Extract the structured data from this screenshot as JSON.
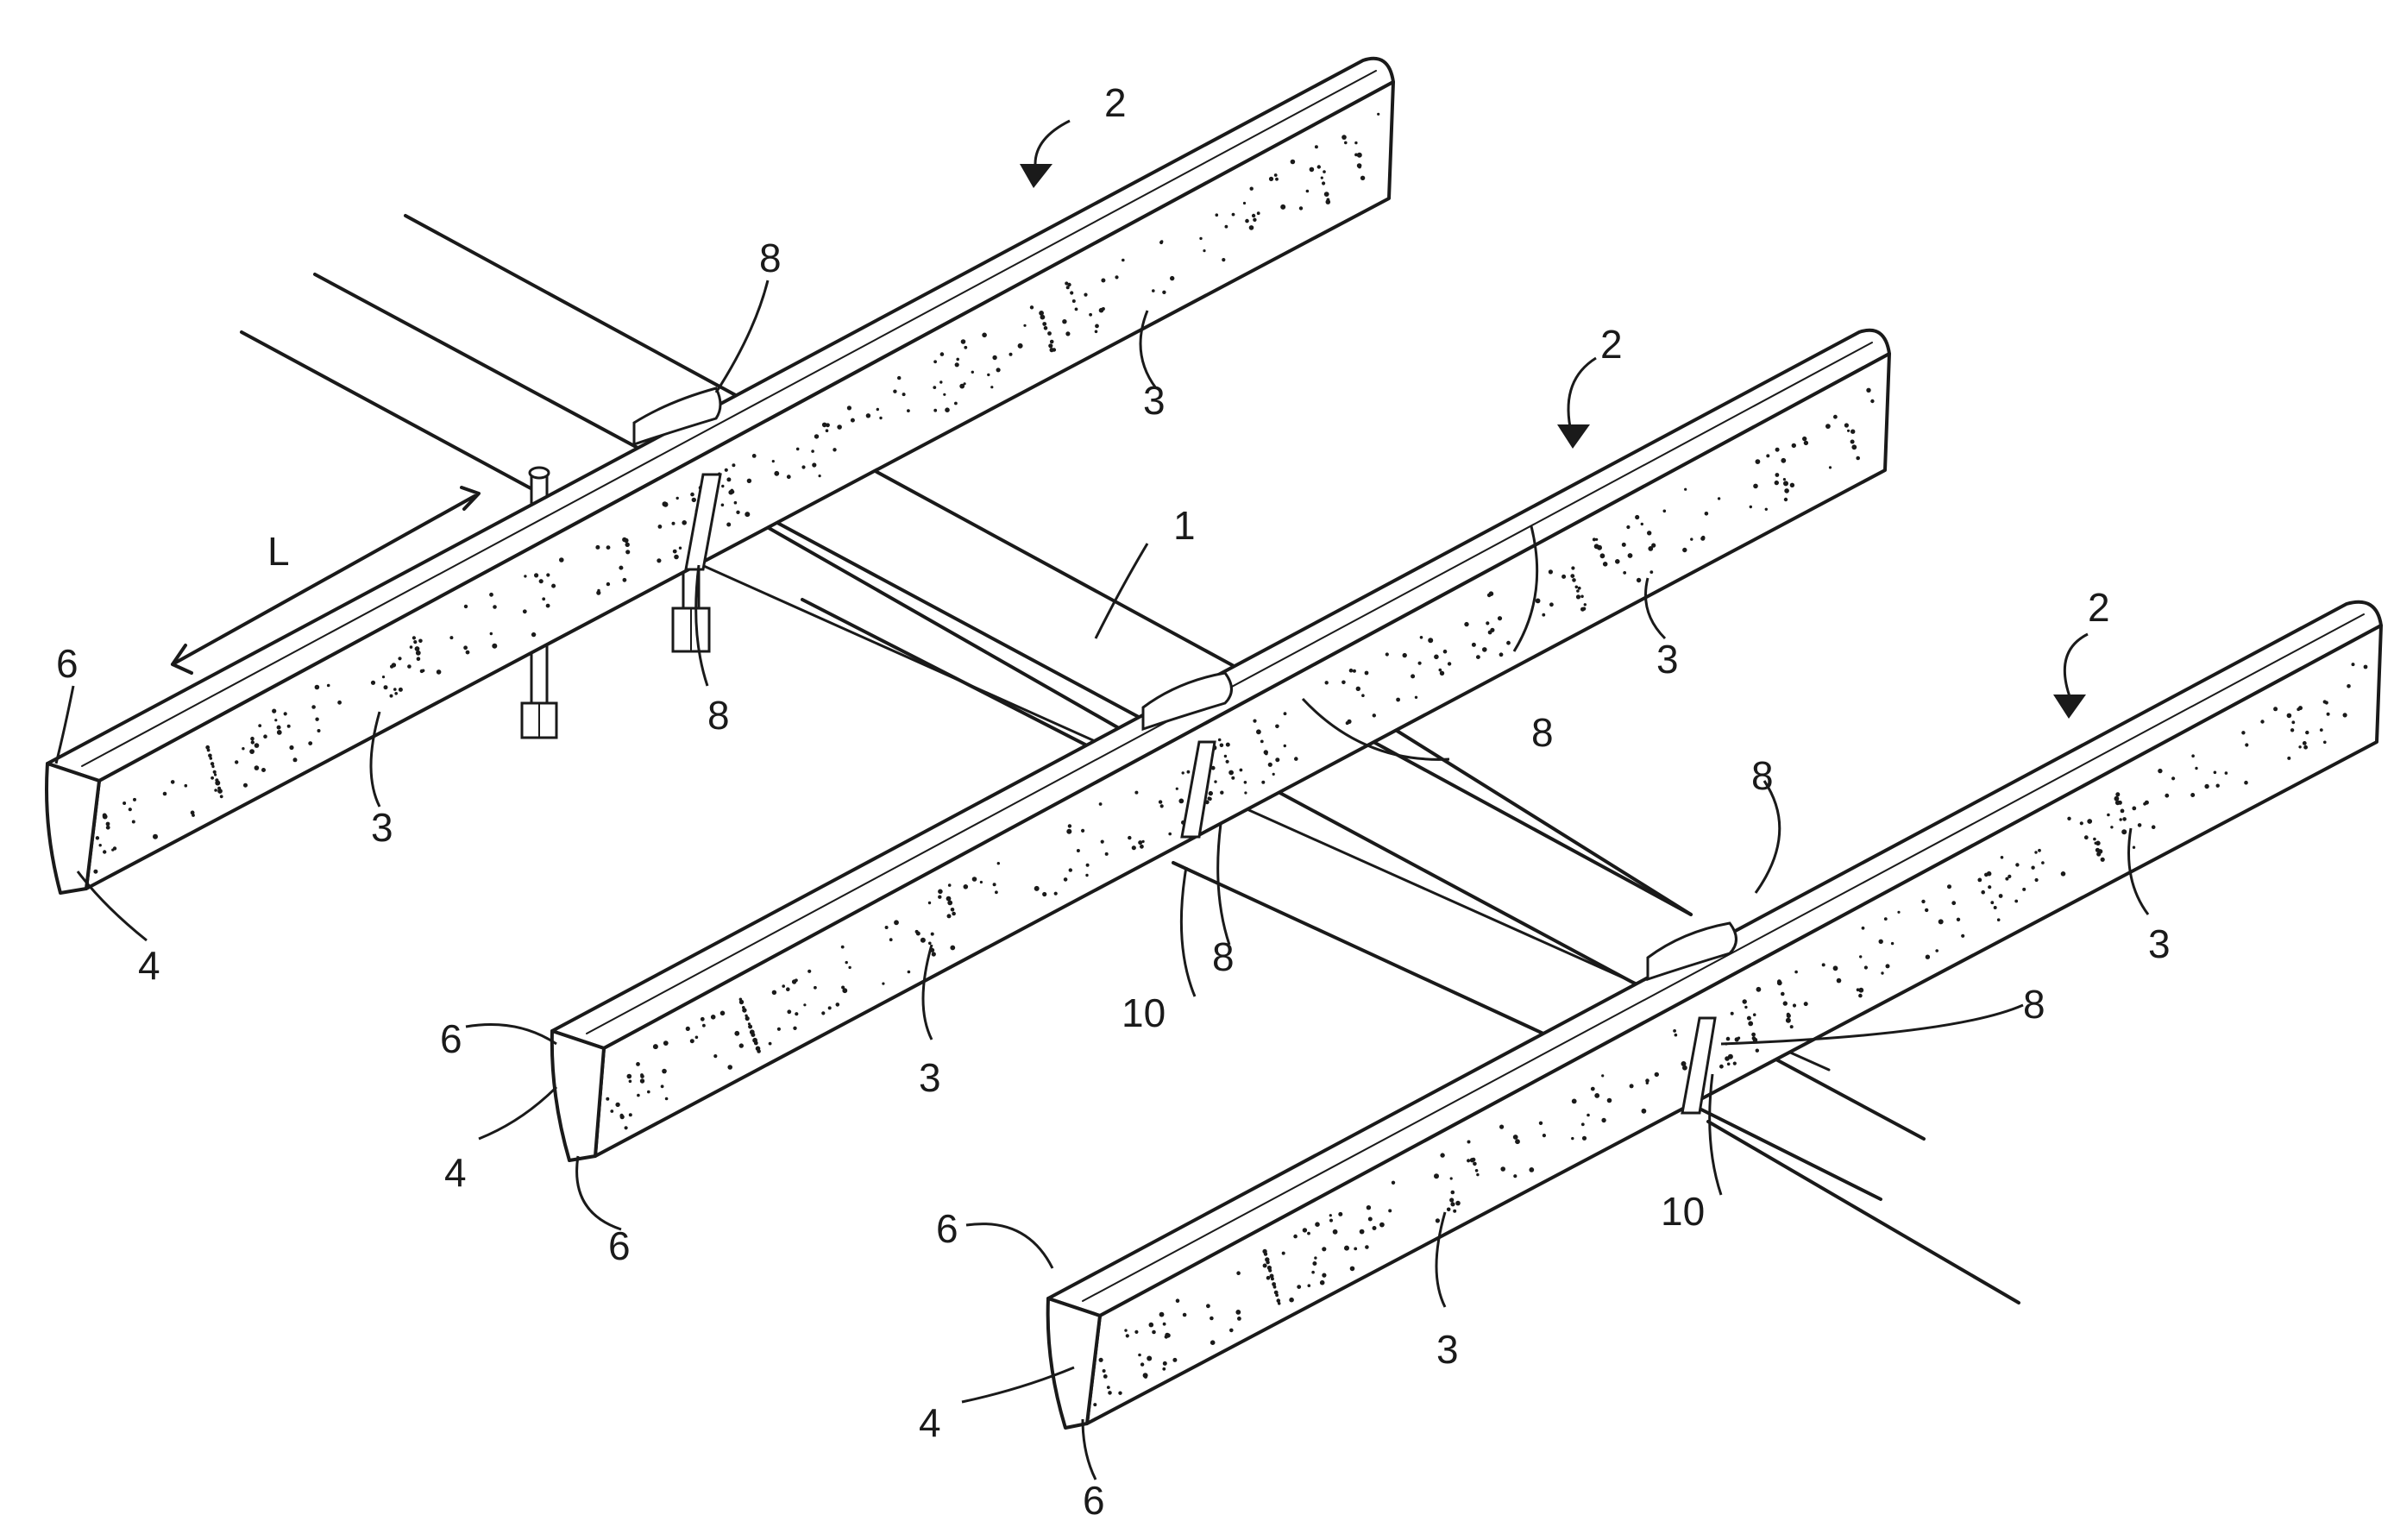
{
  "labels": {
    "ref_1": "1",
    "ref_2": "2",
    "ref_3": "3",
    "ref_4": "4",
    "ref_6": "6",
    "ref_8": "8",
    "ref_10": "10",
    "ref_L": "L"
  },
  "colors": {
    "ink": "#1a1a1a",
    "paper": "#ffffff"
  }
}
